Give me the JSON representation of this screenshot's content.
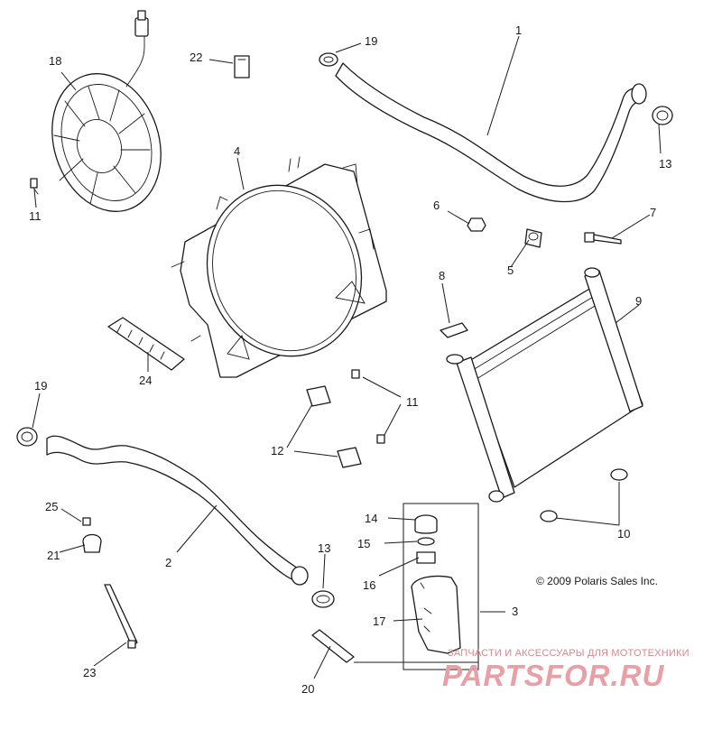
{
  "diagram": {
    "callouts": [
      {
        "id": "c1",
        "text": "1"
      },
      {
        "id": "c2",
        "text": "2"
      },
      {
        "id": "c3",
        "text": "3"
      },
      {
        "id": "c4",
        "text": "4"
      },
      {
        "id": "c5",
        "text": "5"
      },
      {
        "id": "c6",
        "text": "6"
      },
      {
        "id": "c7",
        "text": "7"
      },
      {
        "id": "c8",
        "text": "8"
      },
      {
        "id": "c9",
        "text": "9"
      },
      {
        "id": "c10",
        "text": "10"
      },
      {
        "id": "c11a",
        "text": "11"
      },
      {
        "id": "c11b",
        "text": "11"
      },
      {
        "id": "c12",
        "text": "12"
      },
      {
        "id": "c13a",
        "text": "13"
      },
      {
        "id": "c13b",
        "text": "13"
      },
      {
        "id": "c14",
        "text": "14"
      },
      {
        "id": "c15",
        "text": "15"
      },
      {
        "id": "c16",
        "text": "16"
      },
      {
        "id": "c17",
        "text": "17"
      },
      {
        "id": "c18",
        "text": "18"
      },
      {
        "id": "c19a",
        "text": "19"
      },
      {
        "id": "c19b",
        "text": "19"
      },
      {
        "id": "c20",
        "text": "20"
      },
      {
        "id": "c21",
        "text": "21"
      },
      {
        "id": "c22",
        "text": "22"
      },
      {
        "id": "c23",
        "text": "23"
      },
      {
        "id": "c24",
        "text": "24"
      },
      {
        "id": "c25",
        "text": "25"
      }
    ],
    "copyright": "© 2009 Polaris Sales Inc.",
    "watermark": {
      "tagline": "ЗАПЧАСТИ И АКСЕССУАРЫ ДЛЯ МОТОТЕХНИКИ",
      "brand": "PARTSFOR.RU",
      "color": "#e8a0a6"
    }
  }
}
